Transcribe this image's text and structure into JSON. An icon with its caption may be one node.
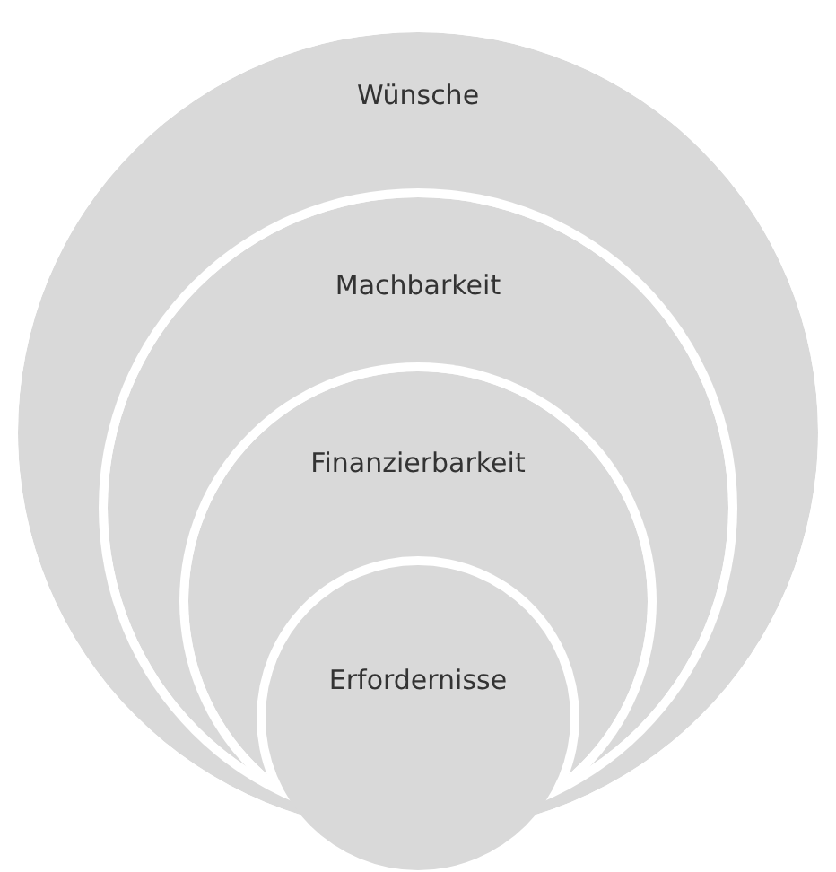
{
  "diagram": {
    "nodes": [
      {
        "text": [
          "Wünsche"
        ]
      },
      {
        "text": [
          "Machbarkeit"
        ],
        "in": 0
      },
      {
        "text": [
          "Finanzierbarkeit"
        ],
        "in": 1
      },
      {
        "text": [
          "Erfordernisse"
        ],
        "in": 2
      }
    ]
  }
}
